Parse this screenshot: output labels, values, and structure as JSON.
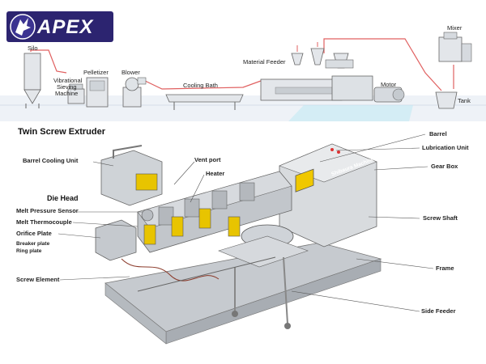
{
  "logo": {
    "text": "APEX"
  },
  "process_line": {
    "labels": {
      "silo": "Silo",
      "vibrational_sieving": [
        "Vibrational",
        "Sieving",
        "Machine"
      ],
      "pelletizer": "Pelletizer",
      "blower": "Blower",
      "cooling_bath": "Cooling Bath",
      "material_feeder": "Material Feeder",
      "motor": "Motor",
      "mixer": "Mixer",
      "tank": "Tank"
    }
  },
  "section_title": "Twin Screw Extruder",
  "callouts": {
    "barrel_cooling_unit": "Barrel Cooling Unit",
    "vent_port": "Vent port",
    "heater": "Heater",
    "die_head": "Die Head",
    "melt_pressure_sensor": "Melt Pressure Sensor",
    "melt_thermocouple": "Melt Thermocouple",
    "orifice_plate": "Orifice Plate",
    "breaker_plate": "Breaker plate",
    "ring_plate": "Ring plate",
    "screw_element": "Screw Element",
    "barrel": "Barrel",
    "lubrication_unit": "Lubrication Unit",
    "gear_box": "Gear Box",
    "screw_shaft": "Screw Shaft",
    "frame": "Frame",
    "side_feeder": "Side Feeder"
  },
  "machine_badge": "Shibaura Machine",
  "colors": {
    "logo_bg": "#2c2470",
    "flow_pipe": "#e06060",
    "floor": "#eef2f7",
    "beam": "#7fd6ea",
    "machine_gray": "#c9cdd2",
    "heater_yellow": "#e8c400"
  }
}
